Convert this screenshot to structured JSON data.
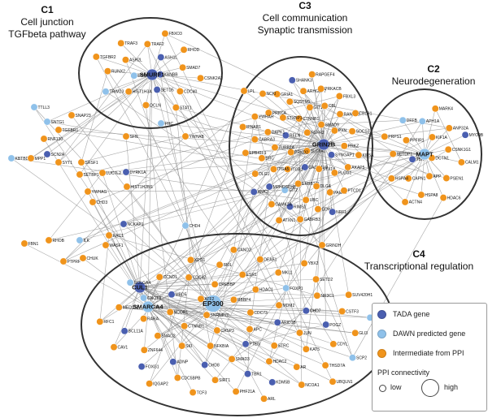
{
  "colors": {
    "tada": "#4a5fb0",
    "dawn": "#8fc1ea",
    "intermediate": "#f0941c",
    "edge": "#8c8c8c",
    "ring": "#333333"
  },
  "clusters": [
    {
      "id": "C1",
      "lines": [
        "Cell junction",
        "TGFbeta pathway"
      ]
    },
    {
      "id": "C3",
      "lines": [
        "Cell communication",
        "Synaptic transmission"
      ]
    },
    {
      "id": "C2",
      "lines": [
        "Neurodegeneration"
      ]
    },
    {
      "id": "C4",
      "lines": [
        "Transcriptional regulation"
      ]
    }
  ],
  "legend": {
    "items": [
      {
        "label": "TADA gene",
        "type": "tada"
      },
      {
        "label": "DAWN predicted gene",
        "type": "dawn"
      },
      {
        "label": "Intermediate from PPI",
        "type": "intermediate"
      }
    ],
    "connectivity_title": "PPI connectivity",
    "low": "low",
    "high": "high"
  },
  "nodes": [
    {
      "id": "KBNBB",
      "t": "tada",
      "c": 1
    },
    {
      "id": "ECM2",
      "t": "dawn",
      "c": 1
    },
    {
      "id": "ASH1L",
      "t": "tada",
      "c": 1
    },
    {
      "id": "SETD5",
      "t": "tada",
      "c": 1
    },
    {
      "id": "ASH2L",
      "t": "int",
      "c": 1
    },
    {
      "id": "SMAD7",
      "t": "int",
      "c": 1
    },
    {
      "id": "HIST1H3A",
      "t": "int",
      "c": 1
    },
    {
      "id": "TRAF2",
      "t": "int",
      "c": 1
    },
    {
      "id": "CDC40",
      "t": "int",
      "c": 1
    },
    {
      "id": "RUNX2",
      "t": "int",
      "c": 1
    },
    {
      "id": "RHOD",
      "t": "int",
      "c": 1
    },
    {
      "id": "OCLN",
      "t": "int",
      "c": 1
    },
    {
      "id": "TRAF3",
      "t": "int",
      "c": 1
    },
    {
      "id": "SMURF1",
      "t": "tada",
      "c": 1,
      "big": 1
    },
    {
      "id": "CSNK2A2",
      "t": "int",
      "c": 1
    },
    {
      "id": "TRIM23",
      "t": "dawn",
      "c": 1
    },
    {
      "id": "FBXO3",
      "t": "int",
      "c": 1
    },
    {
      "id": "STAT1",
      "t": "int",
      "c": 1
    },
    {
      "id": "TGFBR2",
      "t": "int",
      "c": 1
    },
    {
      "id": "SLC9A1",
      "t": "int",
      "c": 3
    },
    {
      "id": "PRKD2",
      "t": "int",
      "c": 3
    },
    {
      "id": "FGFR2",
      "t": "int",
      "c": 3
    },
    {
      "id": "CACNA1D",
      "t": "tada",
      "c": 3
    },
    {
      "id": "RELN",
      "t": "tada",
      "c": 3
    },
    {
      "id": "CST",
      "t": "dawn",
      "c": 3
    },
    {
      "id": "ITGB1",
      "t": "int",
      "c": 3
    },
    {
      "id": "CTNNB1",
      "t": "int",
      "c": 3
    },
    {
      "id": "STX1A",
      "t": "int",
      "c": 3
    },
    {
      "id": "TUBB2A",
      "t": "int",
      "c": 3
    },
    {
      "id": "SMAD9",
      "t": "int",
      "c": 3
    },
    {
      "id": "ERBB2IP",
      "t": "int",
      "c": 3
    },
    {
      "id": "STXBP1",
      "t": "int",
      "c": 3
    },
    {
      "id": "SYNGAP1",
      "t": "tada",
      "c": 3
    },
    {
      "id": "ITGA5",
      "t": "int",
      "c": 3
    },
    {
      "id": "GIT1",
      "t": "int",
      "c": 3
    },
    {
      "id": "DLG4",
      "t": "int",
      "c": 3
    },
    {
      "id": "DAPK1",
      "t": "int",
      "c": 3
    },
    {
      "id": "PXN",
      "t": "int",
      "c": 3
    },
    {
      "id": "GIT2",
      "t": "dawn",
      "c": 3
    },
    {
      "id": "SQSTM1",
      "t": "int",
      "c": 3
    },
    {
      "id": "PLCG1",
      "t": "int",
      "c": 3
    },
    {
      "id": "SRC",
      "t": "int",
      "c": 3
    },
    {
      "id": "CBL",
      "t": "int",
      "c": 3
    },
    {
      "id": "UBC",
      "t": "int",
      "c": 3
    },
    {
      "id": "PRKCA",
      "t": "int",
      "c": 3
    },
    {
      "id": "PRKZ",
      "t": "int",
      "c": 3
    },
    {
      "id": "MPHOSPH8",
      "t": "tada",
      "c": 3
    },
    {
      "id": "ARHGEF7",
      "t": "int",
      "c": 3
    },
    {
      "id": "PARK2",
      "t": "int",
      "c": 3
    },
    {
      "id": "CABRA3",
      "t": "int",
      "c": 3
    },
    {
      "id": "GRIN2B",
      "t": "tada",
      "c": 3,
      "big": 1
    },
    {
      "id": "RANBP3",
      "t": "int",
      "c": 3
    },
    {
      "id": "RIMS1",
      "t": "tada",
      "c": 3
    },
    {
      "id": "GRIA1",
      "t": "int",
      "c": 3
    },
    {
      "id": "AKAP5",
      "t": "int",
      "c": 3
    },
    {
      "id": "DLG1",
      "t": "int",
      "c": 3
    },
    {
      "id": "PRKACB",
      "t": "int",
      "c": 3
    },
    {
      "id": "CDH1",
      "t": "int",
      "c": 3
    },
    {
      "id": "YWHAH",
      "t": "int",
      "c": 3
    },
    {
      "id": "SOCS3",
      "t": "int",
      "c": 3
    },
    {
      "id": "CAMK2A",
      "t": "int",
      "c": 3
    },
    {
      "id": "SHANK3",
      "t": "tada",
      "c": 3
    },
    {
      "id": "PTCD1",
      "t": "int",
      "c": 3
    },
    {
      "id": "EPB41L1",
      "t": "int",
      "c": 3
    },
    {
      "id": "FBXL3",
      "t": "int",
      "c": 3
    },
    {
      "id": "GABRB3",
      "t": "int",
      "c": 3
    },
    {
      "id": "NCKI",
      "t": "int",
      "c": 3
    },
    {
      "id": "KIF5A",
      "t": "int",
      "c": 3
    },
    {
      "id": "ANK2",
      "t": "tada",
      "c": 3
    },
    {
      "id": "RAPGEF4",
      "t": "int",
      "c": 3
    },
    {
      "id": "NRF1",
      "t": "tada",
      "c": 3
    },
    {
      "id": "IPNAR1",
      "t": "int",
      "c": 3
    },
    {
      "id": "CBLB1",
      "t": "int",
      "c": 3
    },
    {
      "id": "ATXN1",
      "t": "int",
      "c": 3
    },
    {
      "id": "DCTN1",
      "t": "int",
      "c": 2
    },
    {
      "id": "TBR",
      "t": "tada",
      "c": 2
    },
    {
      "id": "KIF1A",
      "t": "int",
      "c": 2
    },
    {
      "id": "APP",
      "t": "int",
      "c": 2
    },
    {
      "id": "PPFIR1",
      "t": "int",
      "c": 2
    },
    {
      "id": "CSNK1G1",
      "t": "int",
      "c": 2
    },
    {
      "id": "CAPN1",
      "t": "int",
      "c": 2
    },
    {
      "id": "APH1A",
      "t": "dawn",
      "c": 2
    },
    {
      "id": "PSEN1",
      "t": "int",
      "c": 2
    },
    {
      "id": "SETDP1",
      "t": "int",
      "c": 2
    },
    {
      "id": "MAPT",
      "t": "dawn",
      "c": 2,
      "big": 1
    },
    {
      "id": "ANP32A",
      "t": "int",
      "c": 2
    },
    {
      "id": "HSPA8",
      "t": "int",
      "c": 2
    },
    {
      "id": "DFFB",
      "t": "dawn",
      "c": 2
    },
    {
      "id": "CALM1",
      "t": "int",
      "c": 2
    },
    {
      "id": "HSPA4",
      "t": "int",
      "c": 2
    },
    {
      "id": "MARK4",
      "t": "int",
      "c": 2
    },
    {
      "id": "HDAC6",
      "t": "int",
      "c": 2
    },
    {
      "id": "PRPS1",
      "t": "int",
      "c": 2
    },
    {
      "id": "MYO9B",
      "t": "tada",
      "c": 2
    },
    {
      "id": "ACTN4",
      "t": "int",
      "c": 2
    },
    {
      "id": "APC",
      "t": "int",
      "c": 4
    },
    {
      "id": "CASP3",
      "t": "int",
      "c": 4
    },
    {
      "id": "CDC73",
      "t": "int",
      "c": 4
    },
    {
      "id": "EP300",
      "t": "dawn",
      "c": 4,
      "big": 2
    },
    {
      "id": "CUL1",
      "t": "tada",
      "c": 4,
      "big": 1
    },
    {
      "id": "SMARCA4",
      "t": "dawn",
      "c": 4,
      "big": 1
    },
    {
      "id": "PTEN",
      "t": "tada",
      "c": 4
    },
    {
      "id": "SNRNP70",
      "t": "int",
      "c": 4
    },
    {
      "id": "ARID1B",
      "t": "tada",
      "c": 4
    },
    {
      "id": "NFKBIA",
      "t": "int",
      "c": 4
    },
    {
      "id": "RBBP4",
      "t": "int",
      "c": 4
    },
    {
      "id": "STRC",
      "t": "int",
      "c": 4
    },
    {
      "id": "CTNNB1 ",
      "t": "int",
      "c": 4
    },
    {
      "id": "MDM2",
      "t": "int",
      "c": 4
    },
    {
      "id": "SMAD3",
      "t": "int",
      "c": 4
    },
    {
      "id": "ATF2",
      "t": "int",
      "c": 4
    },
    {
      "id": "JUN",
      "t": "int",
      "c": 4
    },
    {
      "id": "SKI",
      "t": "int",
      "c": 4
    },
    {
      "id": "HDAC1",
      "t": "int",
      "c": 4
    },
    {
      "id": "HDAC2",
      "t": "int",
      "c": 4
    },
    {
      "id": "NCOR1",
      "t": "int",
      "c": 4
    },
    {
      "id": "CHD7",
      "t": "tada",
      "c": 4
    },
    {
      "id": "CHD8",
      "t": "tada",
      "c": 4
    },
    {
      "id": "CREBBP",
      "t": "int",
      "c": 4
    },
    {
      "id": "KAT5",
      "t": "int",
      "c": 4
    },
    {
      "id": "SMAD2",
      "t": "int",
      "c": 4
    },
    {
      "id": "FOXP1",
      "t": "dawn",
      "c": 4
    },
    {
      "id": "TBR1",
      "t": "tada",
      "c": 4
    },
    {
      "id": "MBD5",
      "t": "tada",
      "c": 4
    },
    {
      "id": "POGZ",
      "t": "tada",
      "c": 4
    },
    {
      "id": "ADNP",
      "t": "tada",
      "c": 4
    },
    {
      "id": "ESR1",
      "t": "int",
      "c": 4
    },
    {
      "id": "AR",
      "t": "int",
      "c": 4
    },
    {
      "id": "RARA",
      "t": "int",
      "c": 4
    },
    {
      "id": "NR3C1",
      "t": "int",
      "c": 4
    },
    {
      "id": "SIRT1",
      "t": "int",
      "c": 4
    },
    {
      "id": "CDC42",
      "t": "int",
      "c": 4
    },
    {
      "id": "CDYL",
      "t": "int",
      "c": 4
    },
    {
      "id": "ZNF644",
      "t": "int",
      "c": 4
    },
    {
      "id": "MKL1",
      "t": "int",
      "c": 4
    },
    {
      "id": "KDM5B",
      "t": "tada",
      "c": 4
    },
    {
      "id": "CNOT3",
      "t": "dawn",
      "c": 4
    },
    {
      "id": "CSTF3",
      "t": "int",
      "c": 4
    },
    {
      "id": "CDC5BPB",
      "t": "int",
      "c": 4
    },
    {
      "id": "SKIL",
      "t": "int",
      "c": 4
    },
    {
      "id": "THSD7A",
      "t": "int",
      "c": 4
    },
    {
      "id": "BCL11A",
      "t": "tada",
      "c": 4
    },
    {
      "id": "SETD2",
      "t": "int",
      "c": 4
    },
    {
      "id": "PHF21A",
      "t": "int",
      "c": 4
    },
    {
      "id": "CCND1",
      "t": "int",
      "c": 4
    },
    {
      "id": "GLI3",
      "t": "int",
      "c": 4
    },
    {
      "id": "FOXG1",
      "t": "tada",
      "c": 4
    },
    {
      "id": "DEAF1",
      "t": "int",
      "c": 4
    },
    {
      "id": "NCOA1",
      "t": "int",
      "c": 4
    },
    {
      "id": "MED13L",
      "t": "int",
      "c": 4
    },
    {
      "id": "SUV420H1",
      "t": "int",
      "c": 4
    },
    {
      "id": "TCF3",
      "t": "int",
      "c": 4
    },
    {
      "id": "XPO1",
      "t": "int",
      "c": 4
    },
    {
      "id": "SCP2",
      "t": "dawn",
      "c": 4
    },
    {
      "id": "CAV1",
      "t": "int",
      "c": 4
    },
    {
      "id": "YBX2",
      "t": "int",
      "c": 4
    },
    {
      "id": "ARL",
      "t": "int",
      "c": 4
    },
    {
      "id": "GOLGA4",
      "t": "dawn",
      "c": 4
    },
    {
      "id": "MLLT1",
      "t": "dawn",
      "c": 4
    },
    {
      "id": "IQGAP2",
      "t": "int",
      "c": 4
    },
    {
      "id": "CAND2",
      "t": "int",
      "c": 4
    },
    {
      "id": "UBQLN1",
      "t": "int",
      "c": 4
    },
    {
      "id": "RFC1",
      "t": "int",
      "c": 4
    },
    {
      "id": "SNAP23",
      "t": "int",
      "c": 0
    },
    {
      "id": "SNTG1",
      "t": "dawn",
      "c": 0
    },
    {
      "id": "TGFBR1",
      "t": "int",
      "c": 0
    },
    {
      "id": "TTLL3",
      "t": "dawn",
      "c": 0
    },
    {
      "id": "RNF130",
      "t": "int",
      "c": 0
    },
    {
      "id": "KBTBD4",
      "t": "dawn",
      "c": 0
    },
    {
      "id": "MPP1",
      "t": "int",
      "c": 0
    },
    {
      "id": "SCN2A",
      "t": "tada",
      "c": 0
    },
    {
      "id": "SYT1",
      "t": "int",
      "c": 0
    },
    {
      "id": "SRSF1",
      "t": "int",
      "c": 0
    },
    {
      "id": "SETBP1",
      "t": "int",
      "c": 0
    },
    {
      "id": "LUC7L2",
      "t": "int",
      "c": 0
    },
    {
      "id": "YWHAG",
      "t": "int",
      "c": 0
    },
    {
      "id": "CHD3",
      "t": "int",
      "c": 0
    },
    {
      "id": "DYRK1A",
      "t": "tada",
      "c": 0
    },
    {
      "id": "HIST1H2BS",
      "t": "int",
      "c": 0
    },
    {
      "id": "SFN",
      "t": "int",
      "c": 0
    },
    {
      "id": "PHC",
      "t": "dawn",
      "c": 0
    },
    {
      "id": "YWHAB",
      "t": "int",
      "c": 0
    },
    {
      "id": "LPL",
      "t": "int",
      "c": 0
    },
    {
      "id": "NCKAP1",
      "t": "tada",
      "c": 0
    },
    {
      "id": "RAC1",
      "t": "int",
      "c": 0
    },
    {
      "id": "WASF1",
      "t": "int",
      "c": 0
    },
    {
      "id": "FBN1",
      "t": "int",
      "c": 0
    },
    {
      "id": "RHOB",
      "t": "int",
      "c": 0
    },
    {
      "id": "ILK",
      "t": "dawn",
      "c": 0
    },
    {
      "id": "PTPRF",
      "t": "int",
      "c": 0
    },
    {
      "id": "CHUK",
      "t": "int",
      "c": 0
    },
    {
      "id": "CHD4",
      "t": "dawn",
      "c": 0
    },
    {
      "id": "GRIN2H",
      "t": "int",
      "c": 0
    }
  ]
}
